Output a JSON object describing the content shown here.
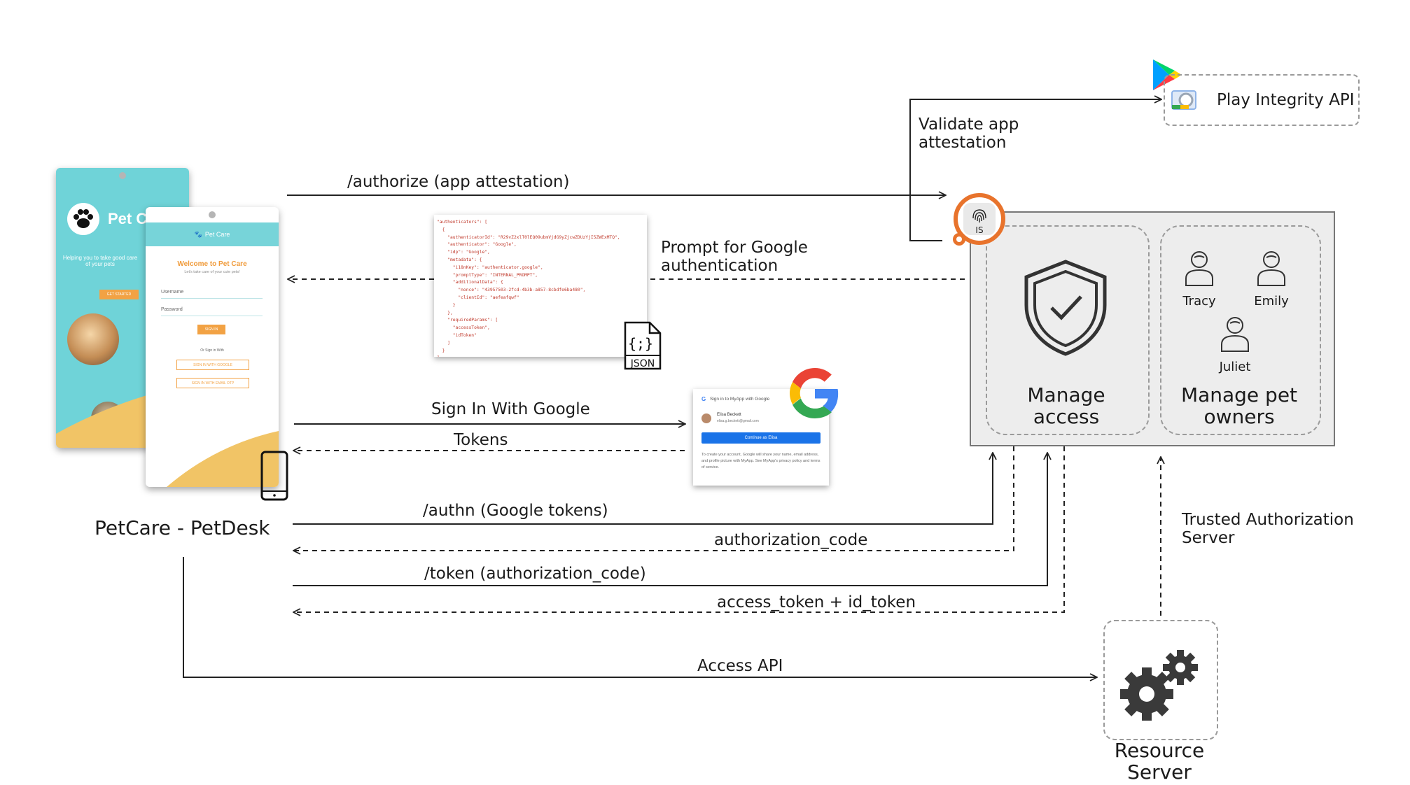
{
  "client": {
    "name": "PetCare - PetDesk",
    "phone_back": {
      "title": "Pet Care",
      "tagline": "Helping you to take good care of your pets",
      "button": "GET STARTED"
    },
    "phone_front": {
      "header": "Pet Care",
      "welcome": "Welcome to Pet Care",
      "subtitle": "Let's take care of your cute pets!",
      "username_label": "Username",
      "password_label": "Password",
      "sign_in": "SIGN IN",
      "or_sign_in_with": "Or Sign in With",
      "google_button": "SIGN IN WITH GOOGLE",
      "otp_button": "SIGN IN WITH EMAIL OTP"
    }
  },
  "identity_server": {
    "badge": "IS",
    "manage_access": "Manage access",
    "manage_owners": "Manage pet owners",
    "users": [
      "Tracy",
      "Emily",
      "Juliet"
    ]
  },
  "play_integrity": {
    "label": "Play Integrity API"
  },
  "resource_server": {
    "label": "Resource Server"
  },
  "flows": {
    "authorize": "/authorize (app attestation)",
    "validate": "Validate app attestation",
    "prompt": "Prompt for Google authentication",
    "sign_in_google": "Sign In With Google",
    "tokens": "Tokens",
    "authn": "/authn (Google tokens)",
    "auth_code": "authorization_code",
    "token": "/token (authorization_code)",
    "access_id_token": "access_token + id_token",
    "access_api": "Access API",
    "trusted": "Trusted Authorization Server"
  },
  "json_doc": {
    "badge": "JSON",
    "lines": [
      "\"authenticators\": [",
      "  {",
      "    \"authenticatorId\": \"R29vZ2xlT0lEQ09ubmVjdG9yZjcwZDUzYjI5ZWExMTQ\",",
      "    \"authenticator\": \"Google\",",
      "    \"idp\": \"Google\",",
      "    \"metadata\": {",
      "      \"i18nKey\": \"authenticator.google\",",
      "      \"promptType\": \"INTERNAL_PROMPT\",",
      "      \"additionalData\": {",
      "        \"nonce\": \"43957503-2fcd-4b3b-a857-8cbdfe6ba480\",",
      "        \"clientId\": \"aefeafqwf\"",
      "      }",
      "    },",
      "    \"requiredParams\": [",
      "      \"accessToken\",",
      "      \"idToken\"",
      "    ]",
      "  }",
      "]"
    ]
  },
  "google_dialog": {
    "title": "Sign in to MyApp with Google",
    "user_name": "Elisa Beckett",
    "user_email": "elisa.g.beckett@gmail.com",
    "button": "Continue as Elisa",
    "disclaimer": "To create your account, Google will share your name, email address, and profile picture with MyApp. See MyApp's privacy policy and terms of service."
  },
  "colors": {
    "is_orange": "#e8732c",
    "google_blue": "#4285f4",
    "google_red": "#ea4335",
    "google_yellow": "#fbbc05",
    "google_green": "#34a853",
    "teal": "#6fd3d8",
    "orange_accent": "#f2a244"
  }
}
